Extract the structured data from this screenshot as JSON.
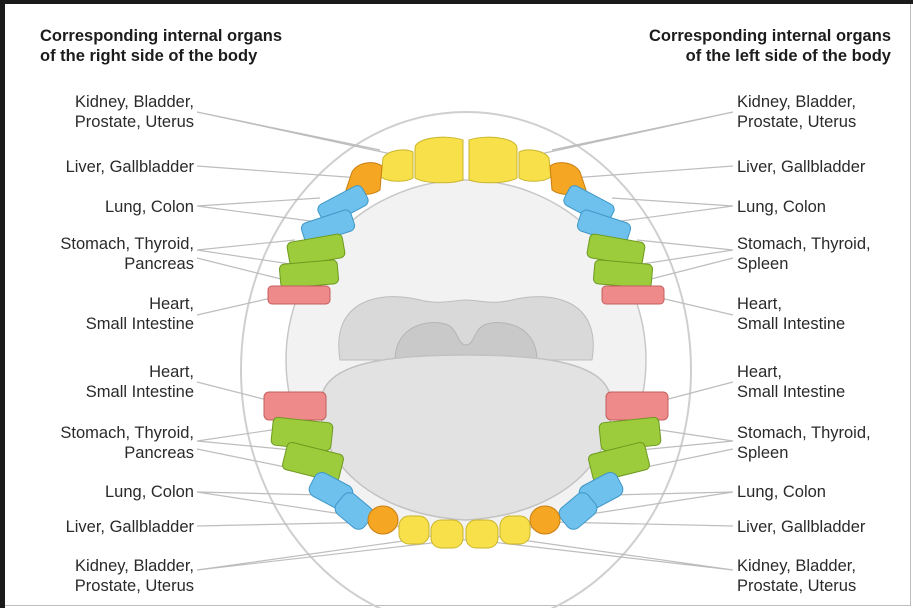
{
  "headings": {
    "right_side": [
      "Corresponding internal organs",
      "of the right side of the body"
    ],
    "left_side": [
      "Corresponding internal organs",
      "of the left side of the body"
    ]
  },
  "organ_colors": {
    "kidney_bladder": "#f7e04a",
    "liver_gallbladder": "#f5a623",
    "lung_colon": "#6ec1ec",
    "stomach": "#9ccc3c",
    "heart": "#ee8a8a"
  },
  "left_labels": [
    [
      "Kidney, Bladder,",
      "Prostate, Uterus"
    ],
    [
      "Liver, Gallbladder"
    ],
    [
      "Lung, Colon"
    ],
    [
      "Stomach, Thyroid,",
      "Pancreas"
    ],
    [
      "Heart,",
      "Small Intestine"
    ],
    [
      "Heart,",
      "Small Intestine"
    ],
    [
      "Stomach, Thyroid,",
      "Pancreas"
    ],
    [
      "Lung, Colon"
    ],
    [
      "Liver, Gallbladder"
    ],
    [
      "Kidney, Bladder,",
      "Prostate, Uterus"
    ]
  ],
  "right_labels": [
    [
      "Kidney, Bladder,",
      "Prostate, Uterus"
    ],
    [
      "Liver, Gallbladder"
    ],
    [
      "Lung, Colon"
    ],
    [
      "Stomach, Thyroid,",
      "Spleen"
    ],
    [
      "Heart,",
      "Small Intestine"
    ],
    [
      "Heart,",
      "Small Intestine"
    ],
    [
      "Stomach, Thyroid,",
      "Spleen"
    ],
    [
      "Lung, Colon"
    ],
    [
      "Liver, Gallbladder"
    ],
    [
      "Kidney, Bladder,",
      "Prostate, Uterus"
    ]
  ]
}
